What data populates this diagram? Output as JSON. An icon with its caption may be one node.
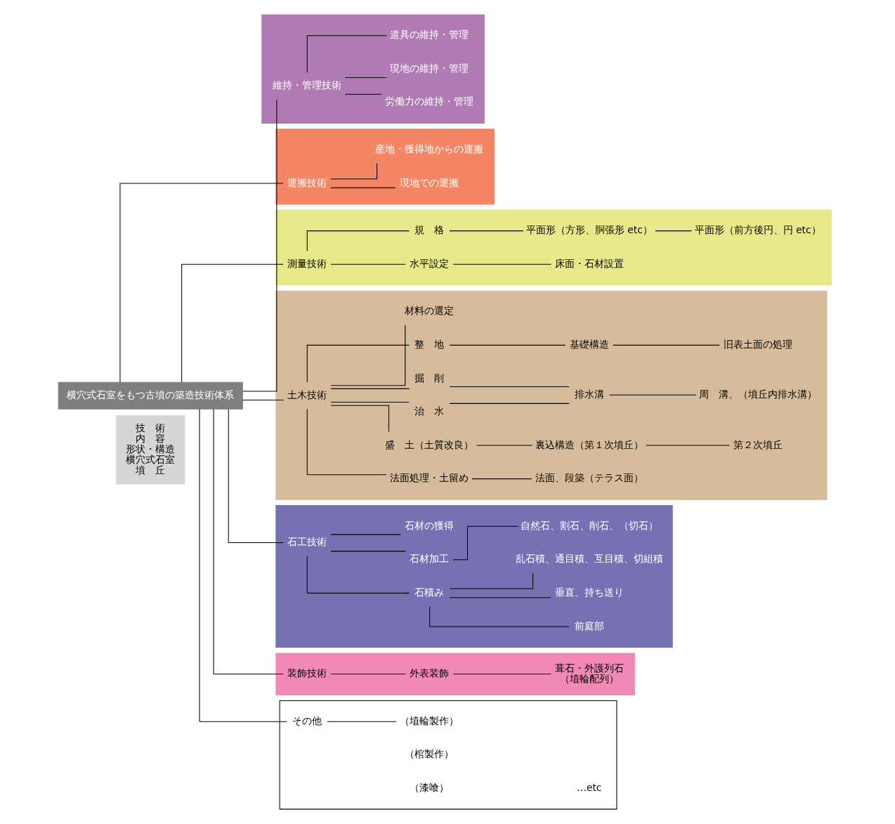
{
  "diagram": {
    "nodes": [
      {
        "text": [
          "横穴式石室をもつ古墳の築造技術体系"
        ]
      },
      {
        "text": [],
        "shape": "box"
      },
      {
        "text": [
          "維持・管理技術"
        ],
        "in": 1
      },
      {
        "text": [
          "道具の維持・管理"
        ],
        "in": 1
      },
      {
        "text": [
          "現地の維持・管理"
        ],
        "in": 1
      },
      {
        "text": [
          "労働力の維持・管理"
        ],
        "in": 1
      },
      {
        "text": [],
        "shape": "box"
      },
      {
        "text": [
          "運搬技術"
        ],
        "in": 6
      },
      {
        "text": [
          "産地・獲得地からの運搬"
        ],
        "in": 6
      },
      {
        "text": [
          "現地での運搬"
        ],
        "in": 6
      },
      {
        "text": [],
        "shape": "box"
      },
      {
        "text": [
          "測量技術"
        ],
        "in": 10
      },
      {
        "text": [
          "規　格"
        ],
        "in": 10
      },
      {
        "text": [
          "水平設定"
        ],
        "in": 10
      },
      {
        "text": [
          "平面形（方形、胴張形 etc）"
        ],
        "in": 10
      },
      {
        "text": [
          "平面形（前方後円、円 etc）"
        ],
        "in": 10
      },
      {
        "text": [
          "床面・石材設置"
        ],
        "in": 10
      },
      {
        "text": [],
        "shape": "box"
      },
      {
        "text": [
          "土木技術"
        ],
        "in": 17
      },
      {
        "text": [
          "材料の選定"
        ],
        "in": 17
      },
      {
        "text": [
          "整　地"
        ],
        "in": 17
      },
      {
        "text": [
          "掘　削"
        ],
        "in": 17
      },
      {
        "text": [
          "治　水"
        ],
        "in": 17
      },
      {
        "text": [
          "盛　土（土質改良）"
        ],
        "in": 17
      },
      {
        "text": [
          "法面処理・土留め"
        ],
        "in": 17
      },
      {
        "text": [
          "基礎構造"
        ],
        "in": 17
      },
      {
        "text": [
          "旧表土面の処理"
        ],
        "in": 17
      },
      {
        "text": [
          "排水溝"
        ],
        "in": 17
      },
      {
        "text": [
          "周　溝、（墳丘内排水溝）"
        ],
        "in": 17
      },
      {
        "text": [
          "裏込構造（第１次墳丘）"
        ],
        "in": 17
      },
      {
        "text": [
          "第２次墳丘"
        ],
        "in": 17
      },
      {
        "text": [
          "法面、段築（テラス面）"
        ],
        "in": 17
      },
      {
        "text": [],
        "shape": "box"
      },
      {
        "text": [
          "石工技術"
        ],
        "in": 32
      },
      {
        "text": [
          "石材の獲得"
        ],
        "in": 32
      },
      {
        "text": [
          "石材加工"
        ],
        "in": 32
      },
      {
        "text": [
          "石積み"
        ],
        "in": 32
      },
      {
        "text": [
          "自然石、割石、削石、（切石）"
        ],
        "in": 32
      },
      {
        "text": [
          "乱石積、通目積、互目積、切組積"
        ],
        "in": 32
      },
      {
        "text": [
          "垂直、持ち送り"
        ],
        "in": 32
      },
      {
        "text": [
          "前庭部"
        ],
        "in": 32
      },
      {
        "text": [],
        "shape": "box"
      },
      {
        "text": [
          "装飾技術"
        ],
        "in": 41
      },
      {
        "text": [
          "外表装飾"
        ],
        "in": 41
      },
      {
        "text": [
          "葺石・外護列石",
          "（埴輪配列）"
        ],
        "in": 41
      },
      {
        "text": [],
        "shape": "box"
      },
      {
        "text": [
          "その他"
        ],
        "in": 45
      },
      {
        "text": [
          "（埴輪製作）"
        ],
        "in": 45
      },
      {
        "text": [
          "技　術",
          "内　容",
          "形状・構造",
          "横穴式石室",
          "墳　丘"
        ]
      }
    ],
    "edges": [
      {
        "from": 0,
        "to": 2,
        "arrow": "none"
      },
      {
        "from": 0,
        "to": 7,
        "arrow": "none"
      },
      {
        "from": 0,
        "to": 11,
        "arrow": "none"
      },
      {
        "from": 0,
        "to": 18,
        "arrow": "none"
      },
      {
        "from": 0,
        "to": 33,
        "arrow": "none"
      },
      {
        "from": 0,
        "to": 42,
        "arrow": "none"
      },
      {
        "from": 0,
        "to": 46,
        "arrow": "none"
      },
      {
        "from": 2,
        "to": 3,
        "arrow": "none"
      },
      {
        "from": 2,
        "to": 4,
        "arrow": "none"
      },
      {
        "from": 2,
        "to": 5,
        "arrow": "none"
      },
      {
        "from": 7,
        "to": 8,
        "arrow": "none"
      },
      {
        "from": 7,
        "to": 9,
        "arrow": "none"
      },
      {
        "from": 11,
        "to": 12,
        "arrow": "none"
      },
      {
        "from": 11,
        "to": 13,
        "arrow": "none"
      },
      {
        "from": 12,
        "to": 14,
        "arrow": "none"
      },
      {
        "from": 14,
        "to": 15,
        "arrow": "none"
      },
      {
        "from": 13,
        "to": 16,
        "arrow": "none"
      },
      {
        "from": 18,
        "to": 19,
        "arrow": "none"
      },
      {
        "from": 18,
        "to": 20,
        "arrow": "none"
      },
      {
        "from": 18,
        "to": 21,
        "arrow": "none"
      },
      {
        "from": 18,
        "to": 22,
        "arrow": "none"
      },
      {
        "from": 18,
        "to": 23,
        "arrow": "none"
      },
      {
        "from": 18,
        "to": 24,
        "arrow": "none"
      },
      {
        "from": 20,
        "to": 25,
        "arrow": "none"
      },
      {
        "from": 25,
        "to": 26,
        "arrow": "none"
      },
      {
        "from": 21,
        "to": 27,
        "arrow": "none"
      },
      {
        "from": 22,
        "to": 27,
        "arrow": "none"
      },
      {
        "from": 27,
        "to": 28,
        "arrow": "none"
      },
      {
        "from": 23,
        "to": 29,
        "arrow": "none"
      },
      {
        "from": 29,
        "to": 30,
        "arrow": "none"
      },
      {
        "from": 24,
        "to": 31,
        "arrow": "none"
      },
      {
        "from": 33,
        "to": 34,
        "arrow": "none"
      },
      {
        "from": 33,
        "to": 35,
        "arrow": "none"
      },
      {
        "from": 33,
        "to": 36,
        "arrow": "none"
      },
      {
        "from": 35,
        "to": 37,
        "arrow": "none"
      },
      {
        "from": 36,
        "to": 38,
        "arrow": "none"
      },
      {
        "from": 36,
        "to": 39,
        "arrow": "none"
      },
      {
        "from": 36,
        "to": 40,
        "arrow": "none"
      },
      {
        "from": 42,
        "to": 43,
        "arrow": "none"
      },
      {
        "from": 43,
        "to": 44,
        "arrow": "none"
      },
      {
        "from": 46,
        "to": 47,
        "arrow": "none"
      }
    ],
    "labels": [
      "（棺製作）",
      "（漆喰）",
      "…etc"
    ]
  }
}
